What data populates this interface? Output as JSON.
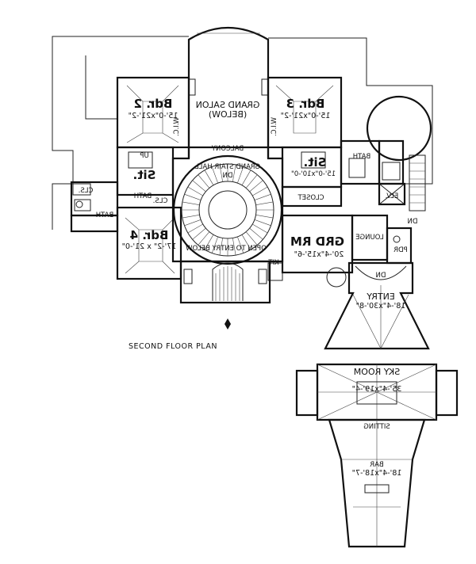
{
  "plan": {
    "title": "SECOND FLOOR PLAN",
    "rooms": {
      "bdr2": {
        "name": "Bdr. 2",
        "dim": "15'-0\"x21'-2\""
      },
      "bdr3": {
        "name": "Bdr. 3",
        "dim": "15'-0\"x21'-2\""
      },
      "bdr4": {
        "name": "Bdr. 4",
        "dim": "17'-2\" x 21'-0\""
      },
      "grand_salon": {
        "name": "GRAND SALON",
        "note": "(BELOW)"
      },
      "balcony": {
        "name": "BALCONY"
      },
      "stair_hall": {
        "name": "GRAND STAIR HALL",
        "dn": "DN"
      },
      "sit_left": {
        "name": "Sit."
      },
      "sit_right": {
        "name": "Sit.",
        "dim": "15'-0\"x10'-0\""
      },
      "bath_left": {
        "name": "BATH"
      },
      "bath_lower": {
        "name": "BATH"
      },
      "bath_right": {
        "name": "BATH"
      },
      "cls1": {
        "name": "CLS."
      },
      "cls2": {
        "name": "CLS."
      },
      "closet": {
        "name": "CLOSET"
      },
      "elv": {
        "name": "ELV."
      },
      "grd_rm": {
        "name": "GRD RM",
        "dim": "20'-4\"x15'-6\""
      },
      "lounge": {
        "name": "LOUNGE"
      },
      "open_to_entry": {
        "name": "OPEN TO ENTRY BELOW"
      },
      "kit": {
        "name": "KIT"
      },
      "pdr": {
        "name": "PDR"
      },
      "entry": {
        "name": "ENTRY",
        "dim": "18'-4\"x30'-8\""
      },
      "sky_room": {
        "name": "SKY ROOM",
        "dim": "35'-4\"x19'-4\""
      },
      "sitting": {
        "name": "SITTING"
      },
      "bar": {
        "name": "BAR",
        "dim": "18'-4\"x18'-7\""
      },
      "wic_left": {
        "name": "W.I.C."
      },
      "wic_right": {
        "name": "W.I.C."
      },
      "dn_right": {
        "name": "DN"
      },
      "dn_entry": {
        "name": "DN"
      },
      "up_left": {
        "name": "UP"
      }
    }
  }
}
